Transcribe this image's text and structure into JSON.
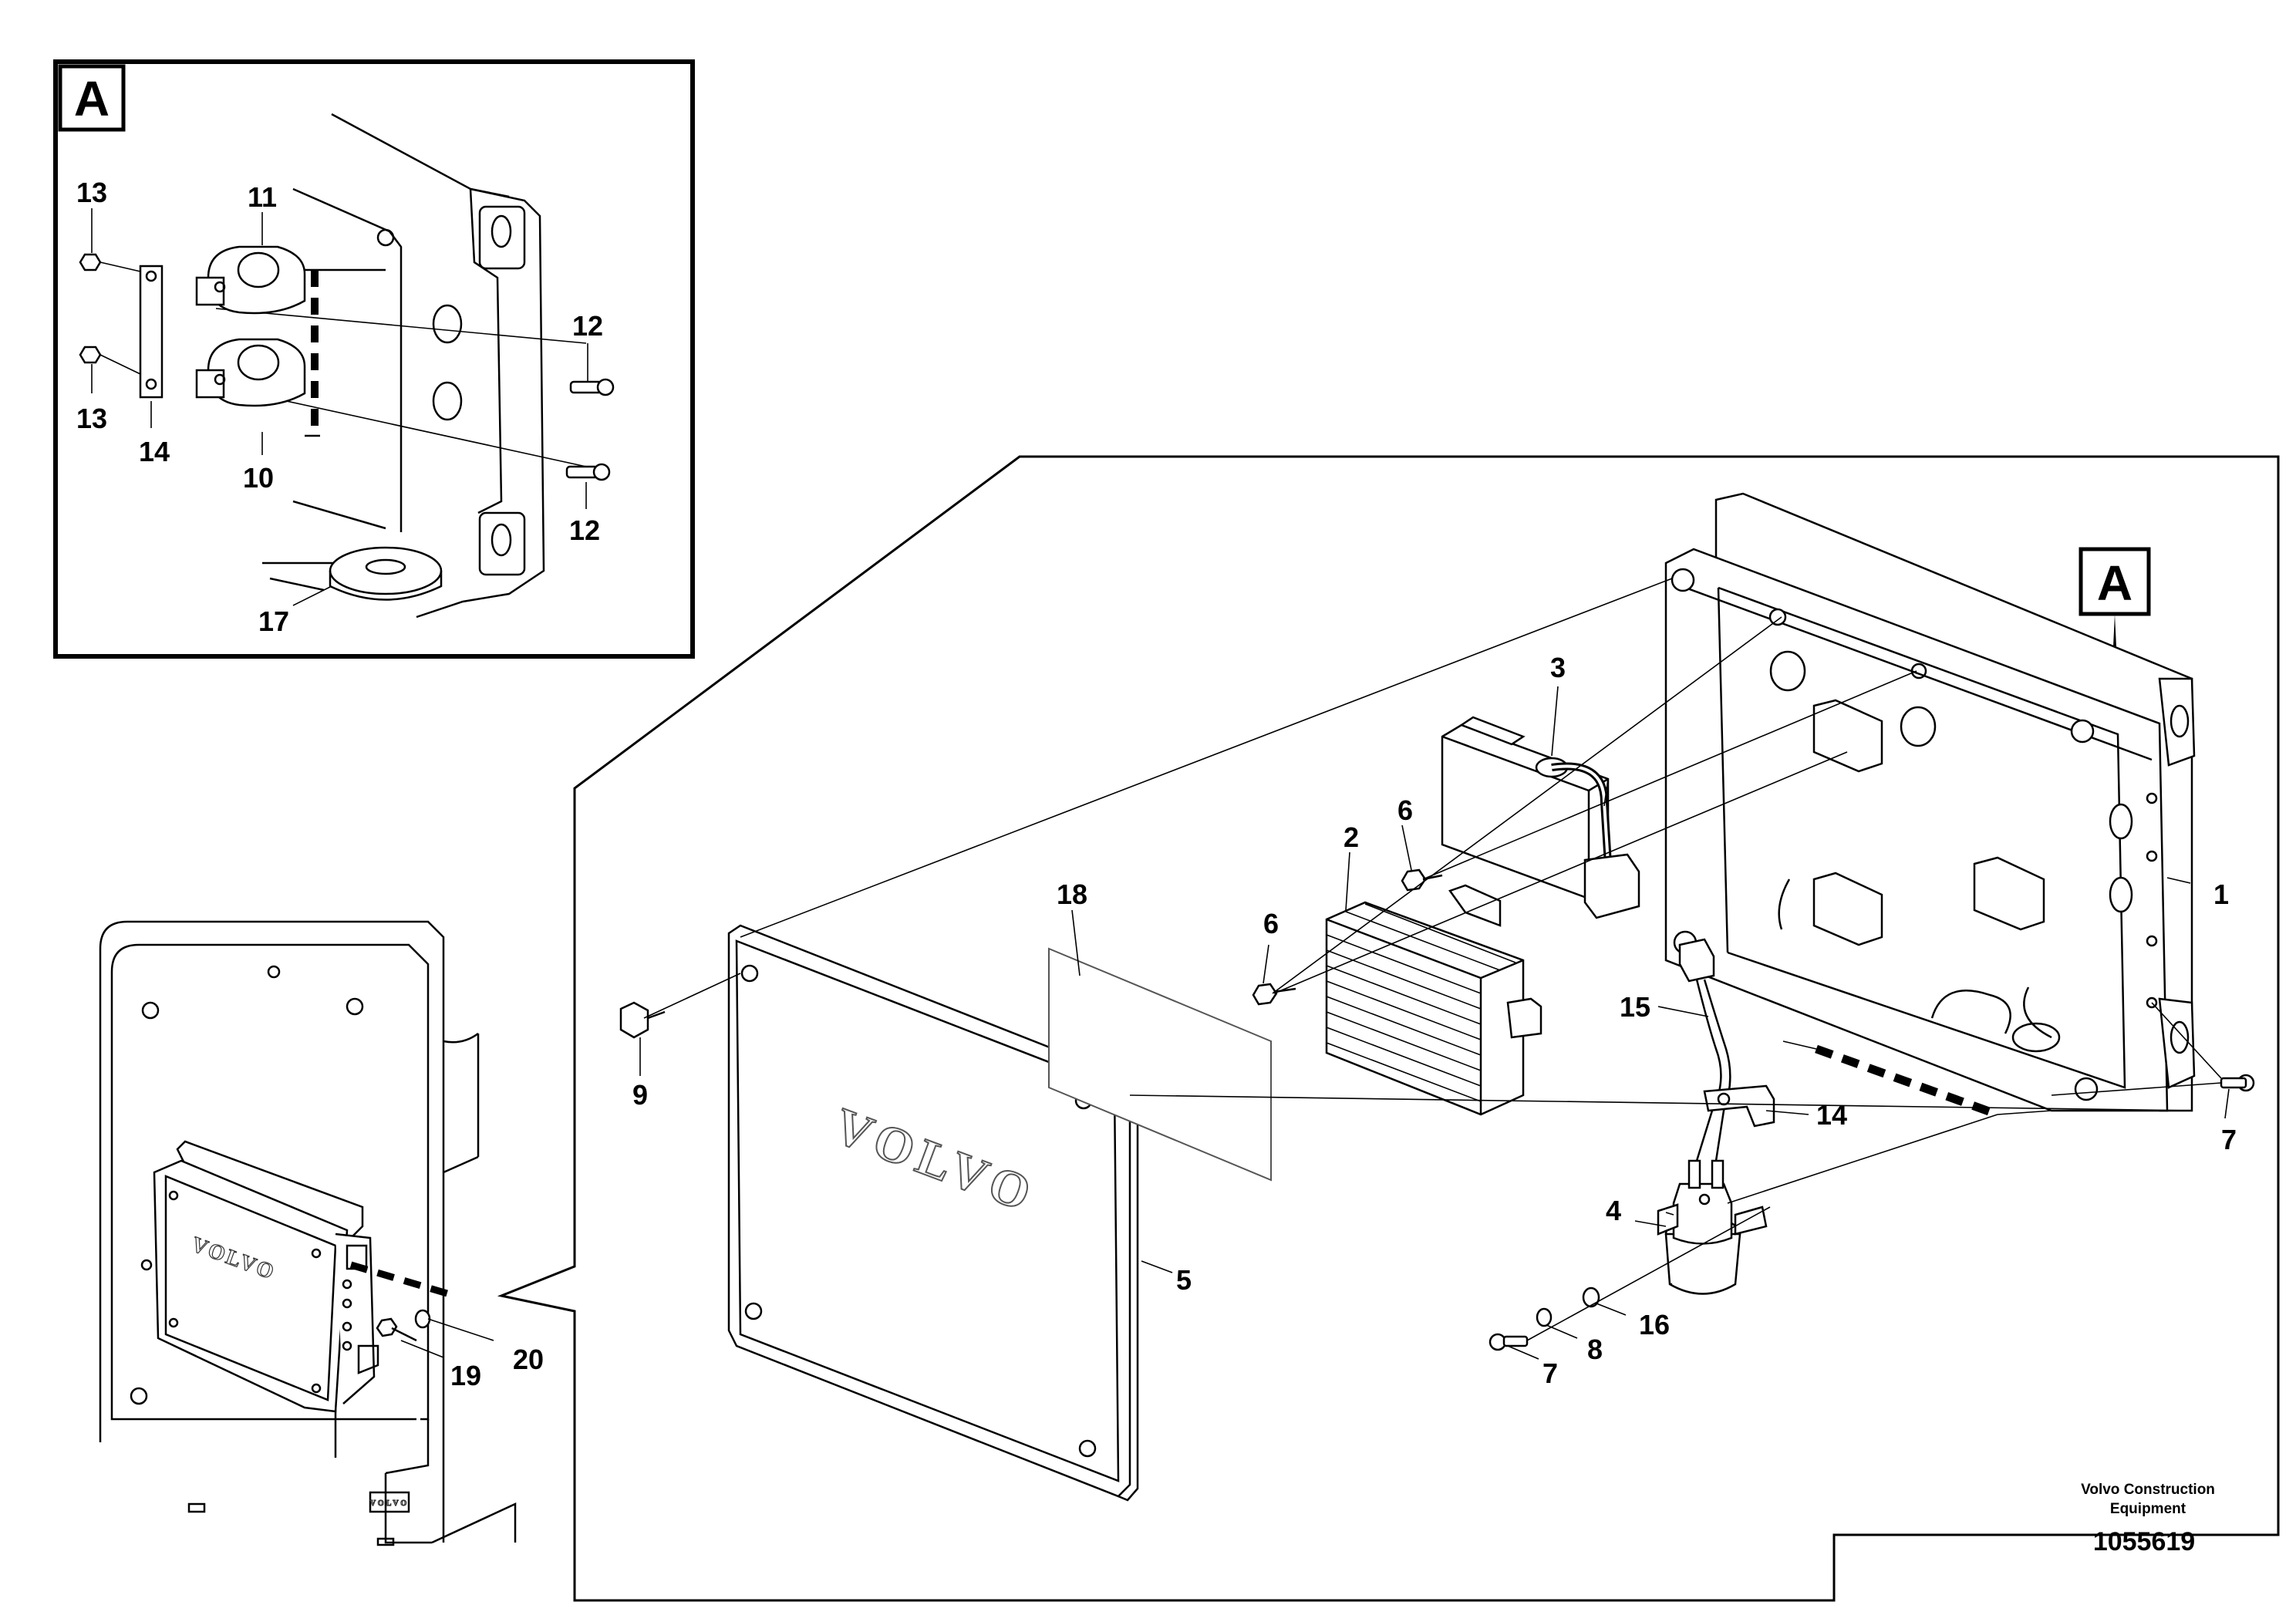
{
  "detail_badge": {
    "letter": "A"
  },
  "main_badge": {
    "letter": "A"
  },
  "callouts": {
    "c1": "1",
    "c2": "2",
    "c3": "3",
    "c4": "4",
    "c5": "5",
    "c6a": "6",
    "c6b": "6",
    "c7a": "7",
    "c7b": "7",
    "c8": "8",
    "c9": "9",
    "c10": "10",
    "c11": "11",
    "c12a": "12",
    "c12b": "12",
    "c13a": "13",
    "c13b": "13",
    "c14a": "14",
    "c14b": "14",
    "c15": "15",
    "c16": "16",
    "c17": "17",
    "c18": "18",
    "c19": "19",
    "c20": "20"
  },
  "cover_brand": "VOLVO",
  "overview_brand": "VOLVO",
  "overview_plate": "VOLVO",
  "credit": {
    "line1": "Volvo Construction",
    "line2": "Equipment"
  },
  "part_number": "1055619"
}
